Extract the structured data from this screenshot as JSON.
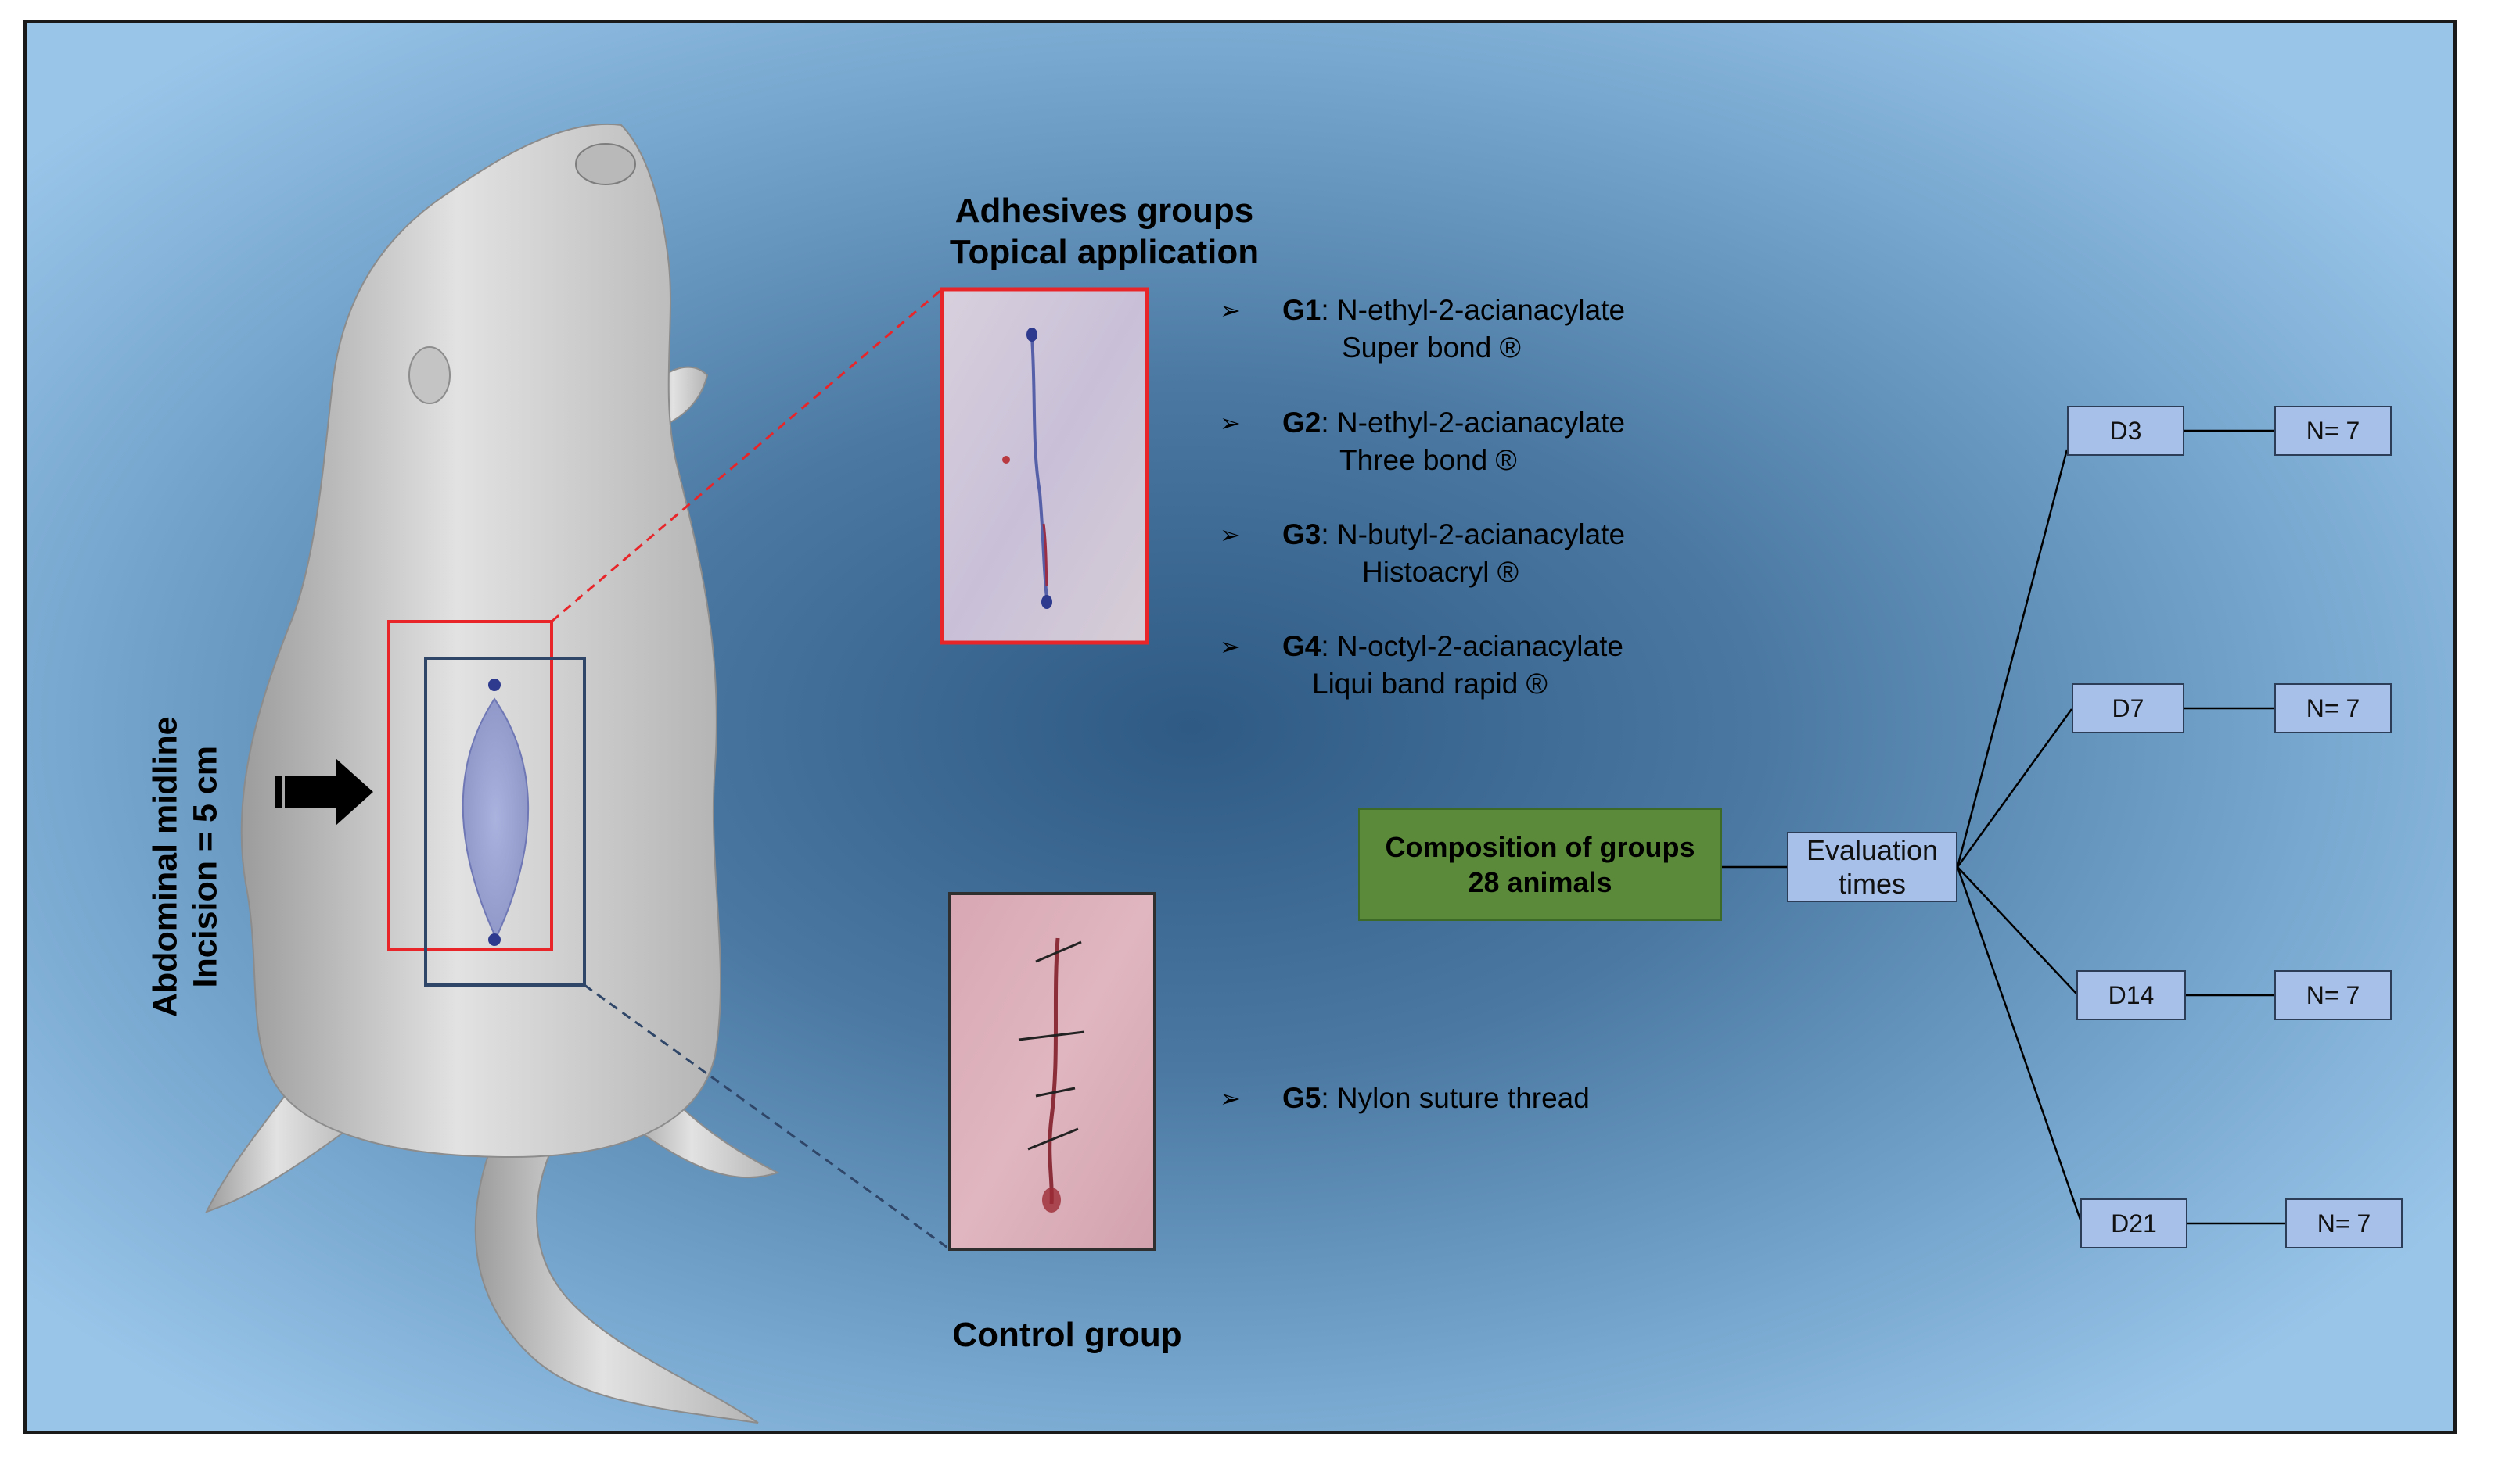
{
  "adhesives_title": [
    "Adhesives groups",
    "Topical application"
  ],
  "control_title": "Control group",
  "incision_label": [
    "Abdominal midline",
    "Incision = 5 cm"
  ],
  "groups": [
    {
      "code": "G1",
      "name": ": N-ethyl-2-acianacylate",
      "brand": "Super bond ®"
    },
    {
      "code": "G2",
      "name": ": N-ethyl-2-acianacylate",
      "brand": "Three bond ®"
    },
    {
      "code": "G3",
      "name": ": N-butyl-2-acianacylate",
      "brand": "Histoacryl ®"
    },
    {
      "code": "G4",
      "name": ": N-octyl-2-acianacylate",
      "brand": "Liqui band rapid ®"
    }
  ],
  "control_group_item": {
    "code": "G5",
    "name": ": Nylon suture thread"
  },
  "bullet_glyph": "➢",
  "composition": {
    "line1": "Composition of groups",
    "line2": "28 animals"
  },
  "evaluation": {
    "line1": "Evaluation",
    "line2": "times"
  },
  "times": [
    {
      "day": "D3",
      "n": "N= 7"
    },
    {
      "day": "D7",
      "n": "N= 7"
    },
    {
      "day": "D14",
      "n": "N= 7"
    },
    {
      "day": "D21",
      "n": "N= 7"
    }
  ],
  "colors": {
    "adhesive_frame": "#e8262a",
    "control_frame": "#2f4668",
    "composition_fill": "#5b8b3a",
    "time_box_fill": "#a7c0ea"
  }
}
